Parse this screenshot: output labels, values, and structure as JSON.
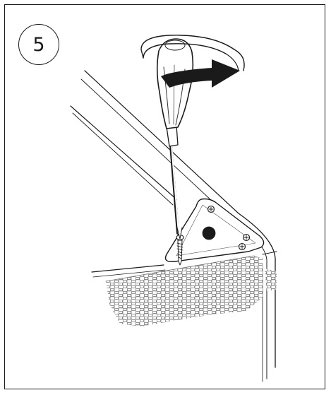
{
  "step": {
    "number": "5"
  },
  "illustration": {
    "subject": "screwdriver-fastening-corner-bracket",
    "rotation_direction": "clockwise",
    "line_color": "#1a1a1a",
    "fill_color": "#ffffff"
  }
}
